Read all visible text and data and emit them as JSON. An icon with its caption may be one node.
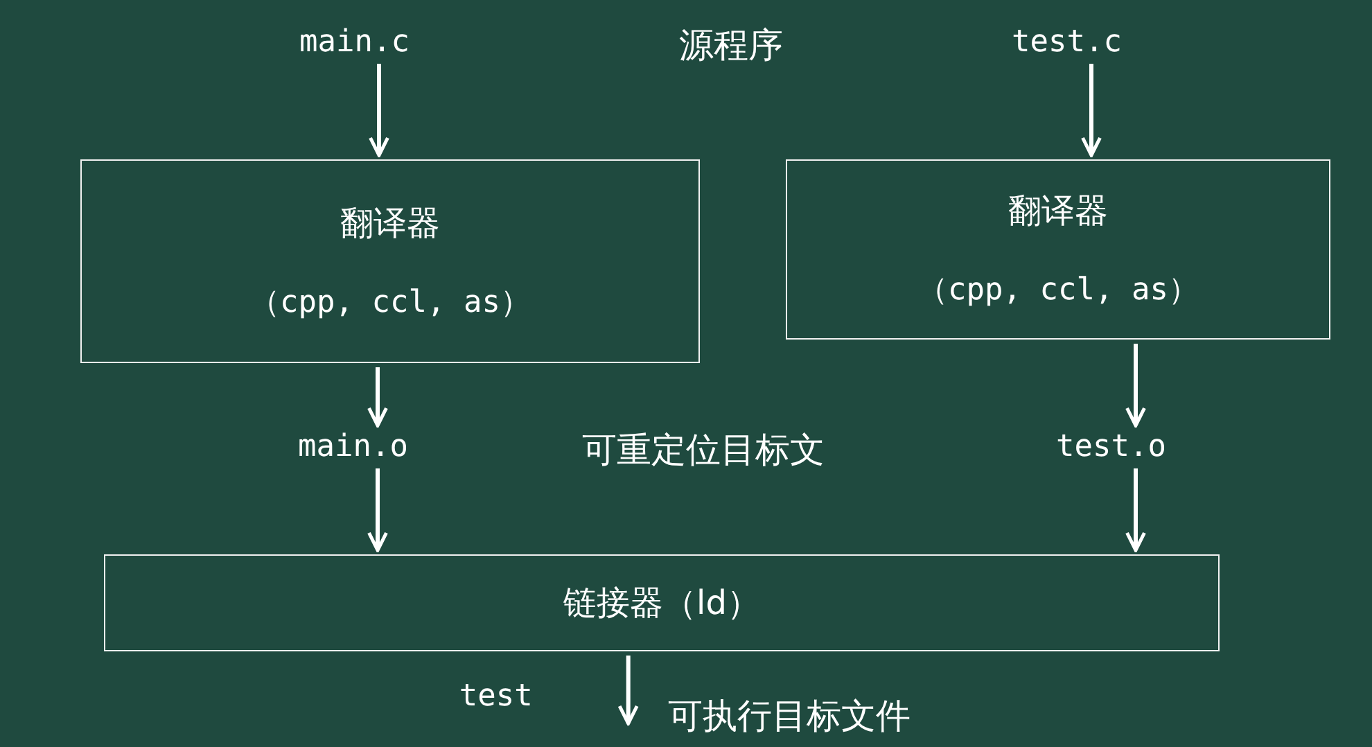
{
  "diagram": {
    "nodes": [
      {
        "text": [
          "main.c"
        ]
      },
      {
        "text": [
          "test.c"
        ]
      },
      {
        "text": [
          "翻译器",
          "（cpp, ccl, as）"
        ]
      },
      {
        "text": [
          "翻译器",
          "（cpp, ccl, as）"
        ]
      },
      {
        "text": [
          "main.o"
        ]
      },
      {
        "text": [
          "test.o"
        ]
      },
      {
        "text": [
          "链接器（ld）"
        ]
      }
    ],
    "edges": [
      {
        "from": 0,
        "to": 2,
        "arrow": "to"
      },
      {
        "from": 1,
        "to": 3,
        "arrow": "to"
      },
      {
        "from": 2,
        "to": 4,
        "arrow": "to"
      },
      {
        "from": 3,
        "to": 5,
        "arrow": "to"
      },
      {
        "from": 4,
        "to": 6,
        "arrow": "to"
      },
      {
        "from": 5,
        "to": 6,
        "arrow": "to"
      },
      {
        "from": 6,
        "to": null,
        "arrow": "to",
        "label": "test"
      }
    ],
    "labels": [
      "源程序",
      "可重定位目标文",
      "可执行目标文件"
    ]
  }
}
